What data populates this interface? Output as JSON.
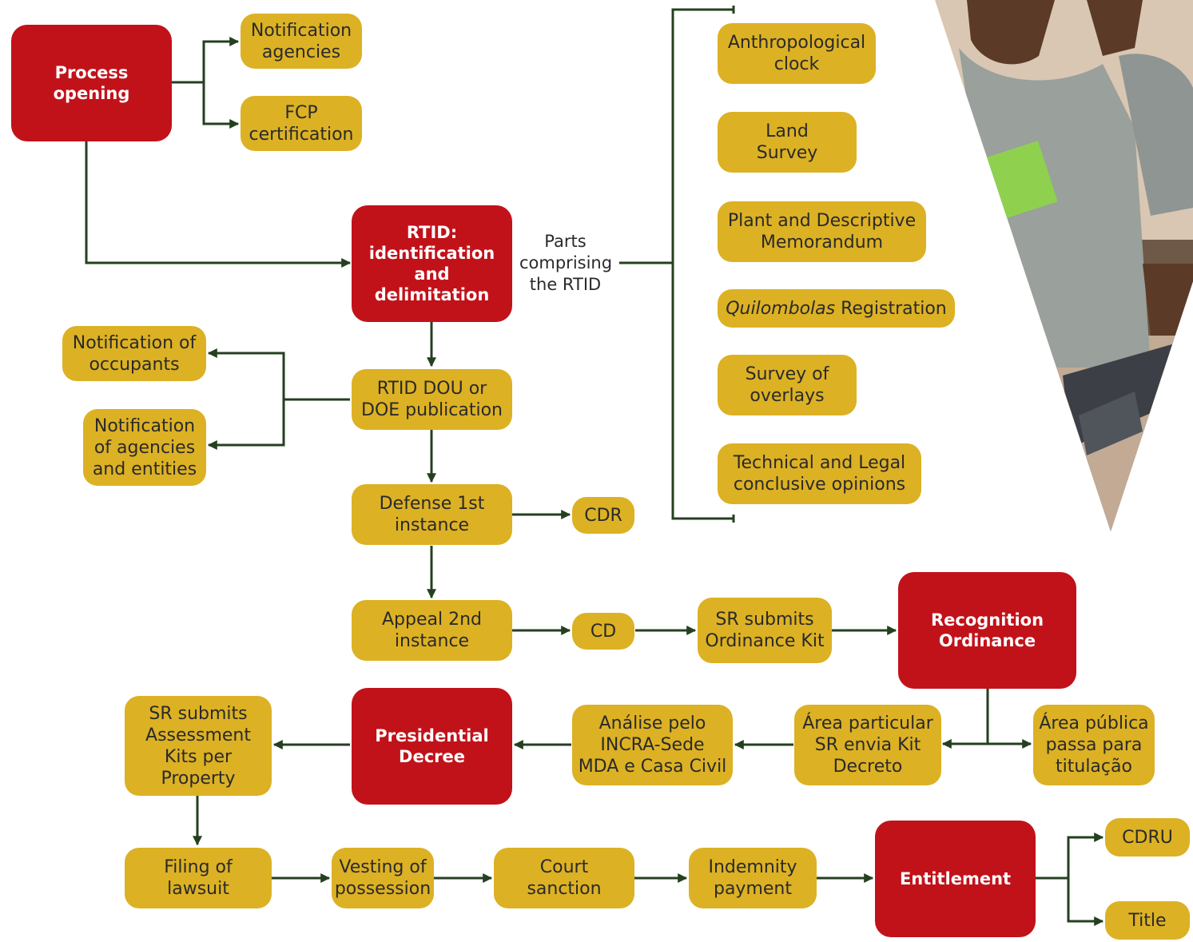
{
  "nodes": {
    "process_opening": "Process\nopening",
    "notification_agencies": "Notification\nagencies",
    "fcp_certification": "FCP\ncertification",
    "rtid": "RTID:\nidentification\nand\ndelimitation",
    "parts_caption": "Parts\ncomprising\nthe RTID",
    "anthropological_clock": "Anthropological\nclock",
    "land_survey": "Land\nSurvey",
    "plant_memorandum": "Plant and Descriptive\nMemorandum",
    "quilombolas_italic": "Quilombolas",
    "quilombolas_rest": " Registration",
    "survey_overlays": "Survey of\noverlays",
    "technical_legal": "Technical and Legal\nconclusive opinions",
    "notification_occupants": "Notification of\noccupants",
    "notification_agencies_entities": "Notification\nof agencies\nand entities",
    "rtid_publication": "RTID DOU or\nDOE publication",
    "defense_1st": "Defense 1st\ninstance",
    "cdr": "CDR",
    "appeal_2nd": "Appeal 2nd\ninstance",
    "cd": "CD",
    "sr_ordinance_kit": "SR submits\nOrdinance Kit",
    "recognition_ordinance": "Recognition\nOrdinance",
    "area_publica": "Área pública\npassa para\ntitulação",
    "area_particular": "Área particular\nSR envia Kit\nDecreto",
    "analise_incra": "Análise pelo\nINCRA-Sede\nMDA e Casa Civil",
    "presidential_decree": "Presidential\nDecree",
    "sr_assessment_kits": "SR submits\nAssessment\nKits per\nProperty",
    "filing_lawsuit": "Filing of\nlawsuit",
    "vesting_possession": "Vesting of\npossession",
    "court_sanction": "Court\nsanction",
    "indemnity_payment": "Indemnity\npayment",
    "entitlement": "Entitlement",
    "cdru": "CDRU",
    "title": "Title"
  },
  "colors": {
    "primary": "#c1121a",
    "secondary": "#dcb124",
    "connector": "#24401f",
    "text_dark": "#2a2a2a"
  },
  "icons": {
    "photo": "photo-student-triangle"
  }
}
